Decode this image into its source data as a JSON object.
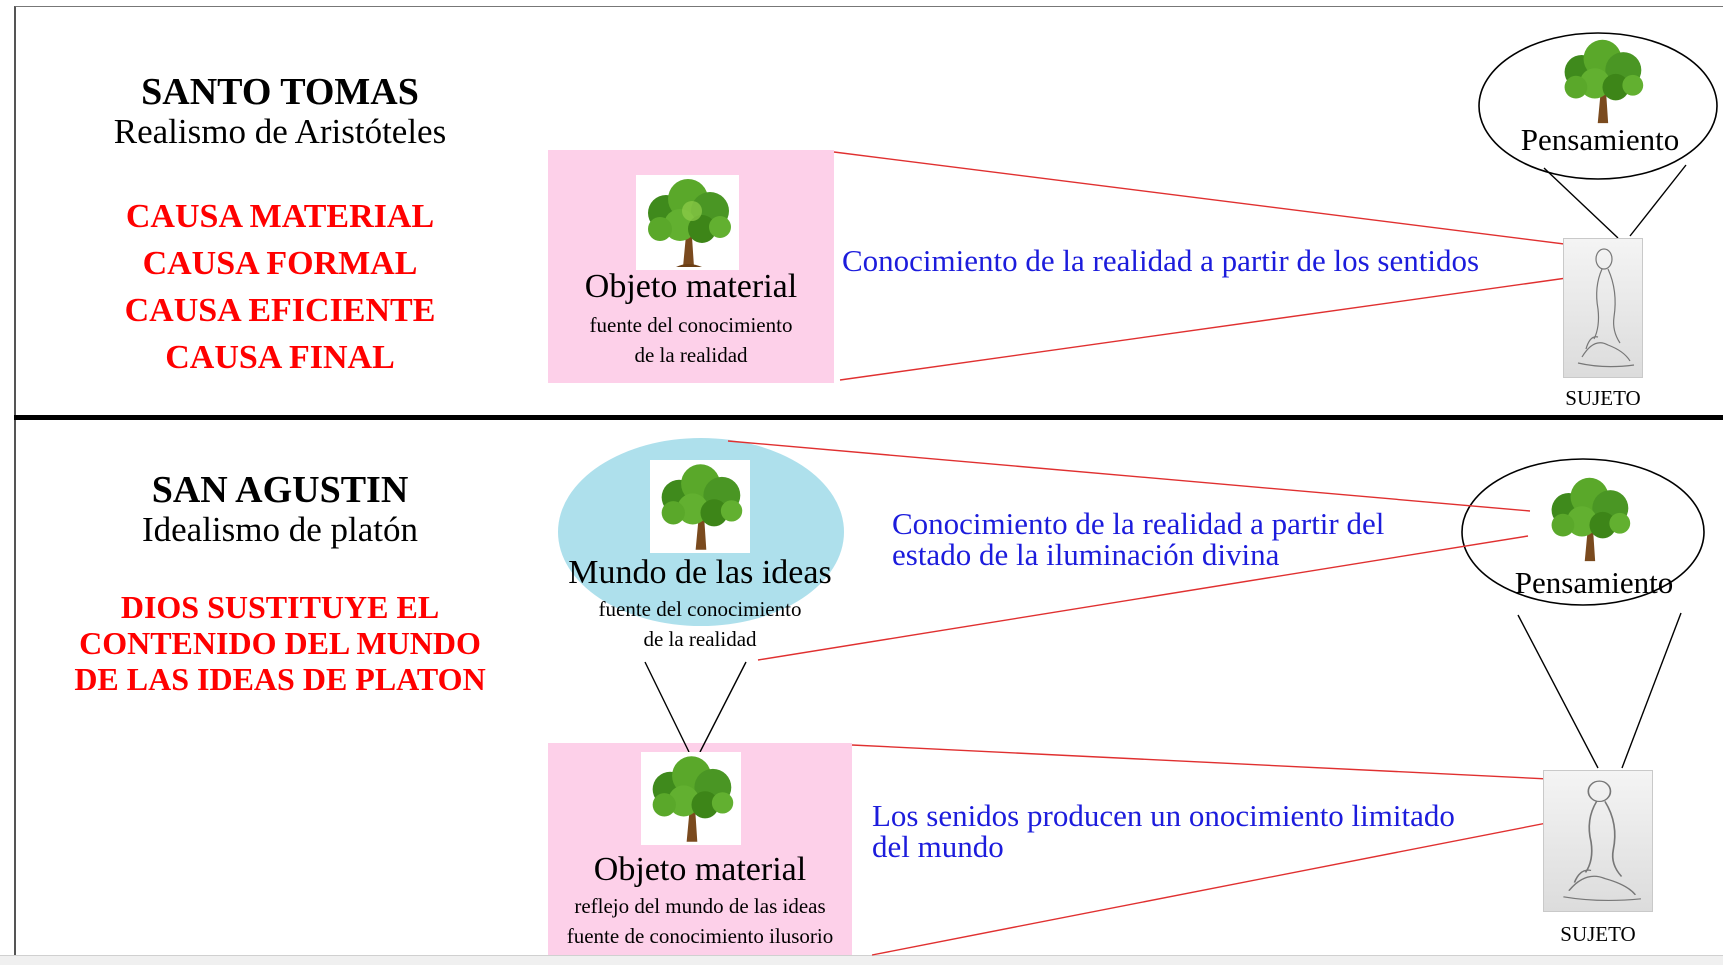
{
  "top": {
    "title": "SANTO TOMAS",
    "subtitle": "Realismo de Aristóteles",
    "causes": [
      "CAUSA MATERIAL",
      "CAUSA FORMAL",
      "CAUSA EFICIENTE",
      "CAUSA FINAL"
    ],
    "object_title": "Objeto material",
    "object_line1": "fuente del conocimiento",
    "object_line2": "de la realidad",
    "knowledge_text": "Conocimiento de la realidad a partir de los sentidos",
    "thought_label": "Pensamiento",
    "subject_label": "SUJETO"
  },
  "bottom": {
    "title": "SAN AGUSTIN",
    "subtitle": "Idealismo de platón",
    "dios_lines": [
      "DIOS SUSTITUYE EL",
      "CONTENIDO DEL MUNDO",
      "DE LAS IDEAS DE PLATON"
    ],
    "ideas_title": "Mundo de las ideas",
    "ideas_line1": "fuente del conocimiento",
    "ideas_line2": "de la realidad",
    "knowledge_line1": "Conocimiento de la realidad a partir del",
    "knowledge_line2": "estado de la iluminación divina",
    "object_title": "Objeto material",
    "object_line1": "reflejo del mundo de las ideas",
    "object_line2": "fuente de conocimiento ilusorio",
    "senses_line1": "Los senidos producen un onocimiento limitado",
    "senses_line2": "del mundo",
    "thought_label": "Pensamiento",
    "subject_label": "SUJETO"
  },
  "colors": {
    "red": "#ff0000",
    "blue": "#1c1cdc",
    "pink": "#fdd0e9",
    "light_blue": "#aee0ec",
    "tree_green": "#4f9a27"
  },
  "icons": [
    "tree-icon",
    "seated-figure-icon"
  ]
}
